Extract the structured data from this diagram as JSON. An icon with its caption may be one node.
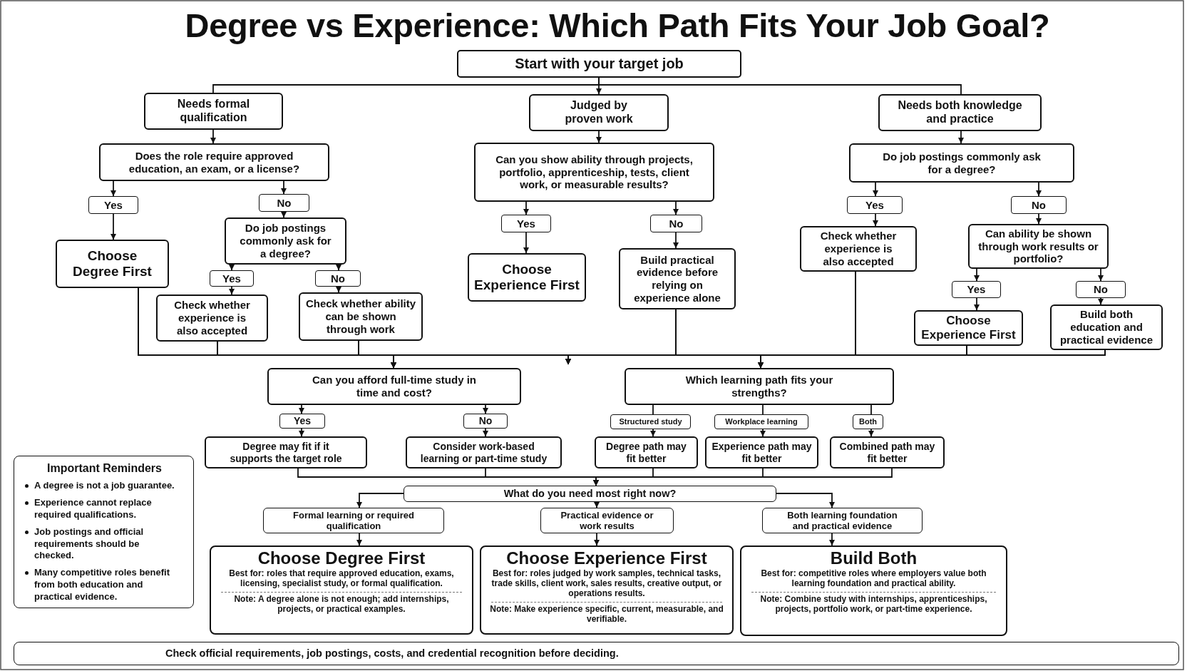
{
  "diagram": {
    "title": "Degree vs Experience: Which Path Fits Your Job Goal?",
    "nodes": [
      {
        "text": [
          "Start with your target job"
        ]
      },
      {
        "text": [
          "Needs formal qualification"
        ]
      },
      {
        "text": [
          "Judged by proven work"
        ]
      },
      {
        "text": [
          "Needs both knowledge and practice"
        ]
      },
      {
        "text": [
          "Does the role require approved education, an exam, or a license?"
        ]
      },
      {
        "text": [
          "Can you show ability through projects, portfolio, apprenticeship, tests, client work, or measurable results?"
        ]
      },
      {
        "text": [
          "Do job postings commonly ask for a degree?"
        ]
      },
      {
        "text": [
          "Yes"
        ]
      },
      {
        "text": [
          "No"
        ]
      },
      {
        "text": [
          "Yes"
        ]
      },
      {
        "text": [
          "No"
        ]
      },
      {
        "text": [
          "Yes"
        ]
      },
      {
        "text": [
          "No"
        ]
      },
      {
        "text": [
          "Do job postings commonly ask for a degree?"
        ]
      },
      {
        "text": [
          "Choose Degree First"
        ]
      },
      {
        "text": [
          "Choose Experience First"
        ]
      },
      {
        "text": [
          "Build practical evidence before relying on experience alone"
        ]
      },
      {
        "text": [
          "Check whether experience is also accepted"
        ]
      },
      {
        "text": [
          "Can ability be shown through work results or portfolio?"
        ]
      },
      {
        "text": [
          "Yes"
        ]
      },
      {
        "text": [
          "No"
        ]
      },
      {
        "text": [
          "Yes"
        ]
      },
      {
        "text": [
          "No"
        ]
      },
      {
        "text": [
          "Check whether experience is also accepted"
        ]
      },
      {
        "text": [
          "Check whether ability can be shown through work"
        ]
      },
      {
        "text": [
          "Choose Experience First"
        ]
      },
      {
        "text": [
          "Build both education and practical evidence"
        ]
      },
      {
        "text": [
          "Can you afford full-time study in time and cost?"
        ]
      },
      {
        "text": [
          "Which learning path fits your strengths?"
        ]
      },
      {
        "text": [
          "Yes"
        ]
      },
      {
        "text": [
          "No"
        ]
      },
      {
        "text": [
          "Structured study"
        ]
      },
      {
        "text": [
          "Workplace learning"
        ]
      },
      {
        "text": [
          "Both"
        ]
      },
      {
        "text": [
          "Degree may fit if it supports the target role"
        ]
      },
      {
        "text": [
          "Consider work-based learning or part-time study"
        ]
      },
      {
        "text": [
          "Degree path may fit better"
        ]
      },
      {
        "text": [
          "Experience path may fit better"
        ]
      },
      {
        "text": [
          "Combined path may fit better"
        ]
      },
      {
        "text": [
          "What do you need most right now?"
        ]
      },
      {
        "text": [
          "Formal learning or required qualification"
        ]
      },
      {
        "text": [
          "Practical evidence or work results"
        ]
      },
      {
        "text": [
          "Both learning foundation and practical evidence"
        ]
      },
      {
        "text": [
          "Choose Degree First",
          "Best for: roles that require approved education, exams, licensing, specialist study, or formal qualification.",
          "Note: A degree alone is not enough; add internships, projects, or practical examples."
        ]
      },
      {
        "text": [
          "Choose Experience First",
          "Best for: roles judged by work samples, technical tasks, trade skills, client work, sales results, creative output, or operations results.",
          "Note: Make experience specific, current, measurable, and verifiable."
        ]
      },
      {
        "text": [
          "Build Both",
          "Best for: competitive roles where employers value both learning foundation and practical ability.",
          "Note: Combine study with internships, apprenticeships, projects, portfolio work, or part-time experience."
        ]
      },
      {
        "text": [
          "Important Reminders",
          "A degree is not a job guarantee.",
          "Experience cannot replace required qualifications.",
          "Job postings and official requirements should be checked.",
          "Many competitive roles benefit from both education and practical evidence."
        ]
      },
      {
        "text": [
          "Check official requirements, job postings, costs, and credential recognition before deciding."
        ]
      }
    ],
    "edges": [
      {
        "from": 0,
        "to": 1,
        "arrow": "none"
      },
      {
        "from": 0,
        "to": 2,
        "arrow": "to"
      },
      {
        "from": 0,
        "to": 3,
        "arrow": "none"
      },
      {
        "from": 1,
        "to": 4,
        "arrow": "to"
      },
      {
        "from": 2,
        "to": 5,
        "arrow": "to"
      },
      {
        "from": 3,
        "to": 6,
        "arrow": "to"
      },
      {
        "from": 4,
        "to": 7,
        "arrow": "to"
      },
      {
        "from": 4,
        "to": 8,
        "arrow": "to"
      },
      {
        "from": 7,
        "to": 14,
        "arrow": "to"
      },
      {
        "from": 8,
        "to": 13,
        "arrow": "to"
      },
      {
        "from": 13,
        "to": 19,
        "arrow": "to"
      },
      {
        "from": 13,
        "to": 20,
        "arrow": "to"
      },
      {
        "from": 19,
        "to": 23,
        "arrow": "to"
      },
      {
        "from": 20,
        "to": 24,
        "arrow": "to"
      },
      {
        "from": 5,
        "to": 9,
        "arrow": "to"
      },
      {
        "from": 5,
        "to": 10,
        "arrow": "to"
      },
      {
        "from": 9,
        "to": 15,
        "arrow": "to"
      },
      {
        "from": 10,
        "to": 16,
        "arrow": "to"
      },
      {
        "from": 6,
        "to": 11,
        "arrow": "to"
      },
      {
        "from": 6,
        "to": 12,
        "arrow": "to"
      },
      {
        "from": 11,
        "to": 17,
        "arrow": "to"
      },
      {
        "from": 12,
        "to": 18,
        "arrow": "to"
      },
      {
        "from": 18,
        "to": 21,
        "arrow": "to"
      },
      {
        "from": 18,
        "to": 22,
        "arrow": "to"
      },
      {
        "from": 21,
        "to": 25,
        "arrow": "to"
      },
      {
        "from": 22,
        "to": 26,
        "arrow": "to"
      },
      {
        "from": 14,
        "to": 27,
        "arrow": "to"
      },
      {
        "from": 14,
        "to": 28,
        "arrow": "to"
      },
      {
        "from": 14,
        "to": null,
        "arrow": "to"
      },
      {
        "from": 23,
        "to": 27,
        "arrow": "to"
      },
      {
        "from": 23,
        "to": 28,
        "arrow": "to"
      },
      {
        "from": 23,
        "to": null,
        "arrow": "to"
      },
      {
        "from": 24,
        "to": 27,
        "arrow": "to"
      },
      {
        "from": 24,
        "to": 28,
        "arrow": "to"
      },
      {
        "from": 24,
        "to": null,
        "arrow": "to"
      },
      {
        "from": 16,
        "to": 27,
        "arrow": "to"
      },
      {
        "from": 16,
        "to": 28,
        "arrow": "to"
      },
      {
        "from": 16,
        "to": null,
        "arrow": "to"
      },
      {
        "from": 17,
        "to": 27,
        "arrow": "to"
      },
      {
        "from": 17,
        "to": 28,
        "arrow": "to"
      },
      {
        "from": 17,
        "to": null,
        "arrow": "to"
      },
      {
        "from": 25,
        "to": 27,
        "arrow": "to"
      },
      {
        "from": 25,
        "to": 28,
        "arrow": "to"
      },
      {
        "from": 25,
        "to": null,
        "arrow": "to"
      },
      {
        "from": 26,
        "to": 27,
        "arrow": "to"
      },
      {
        "from": 26,
        "to": 28,
        "arrow": "to"
      },
      {
        "from": 26,
        "to": null,
        "arrow": "to"
      },
      {
        "from": 27,
        "to": 29,
        "arrow": "to"
      },
      {
        "from": 27,
        "to": 30,
        "arrow": "to"
      },
      {
        "from": 29,
        "to": 34,
        "arrow": "to"
      },
      {
        "from": 30,
        "to": 35,
        "arrow": "to"
      },
      {
        "from": 28,
        "to": 31,
        "arrow": "none"
      },
      {
        "from": 28,
        "to": 32,
        "arrow": "none"
      },
      {
        "from": 28,
        "to": 33,
        "arrow": "none"
      },
      {
        "from": 31,
        "to": 36,
        "arrow": "to"
      },
      {
        "from": 32,
        "to": 37,
        "arrow": "to"
      },
      {
        "from": 33,
        "to": 38,
        "arrow": "to"
      },
      {
        "from": 34,
        "to": 39,
        "arrow": "to"
      },
      {
        "from": 35,
        "to": 39,
        "arrow": "to"
      },
      {
        "from": 36,
        "to": 39,
        "arrow": "to"
      },
      {
        "from": 37,
        "to": 39,
        "arrow": "to"
      },
      {
        "from": 38,
        "to": 39,
        "arrow": "to"
      },
      {
        "from": 39,
        "to": 40,
        "arrow": "to"
      },
      {
        "from": 39,
        "to": 41,
        "arrow": "to"
      },
      {
        "from": 39,
        "to": 42,
        "arrow": "to"
      },
      {
        "from": 40,
        "to": 43,
        "arrow": "to"
      },
      {
        "from": 41,
        "to": 44,
        "arrow": "to"
      },
      {
        "from": 42,
        "to": 45,
        "arrow": "to"
      }
    ]
  }
}
